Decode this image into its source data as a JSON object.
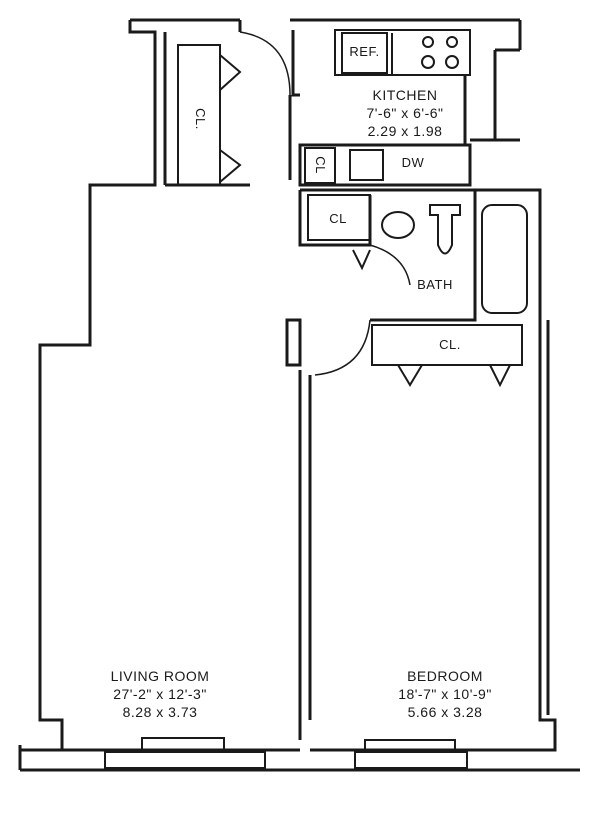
{
  "rooms": {
    "kitchen": {
      "name": "KITCHEN",
      "dim_imperial": "7'-6\" x 6'-6\"",
      "dim_metric": "2.29 x 1.98"
    },
    "living_room": {
      "name": "LIVING ROOM",
      "dim_imperial": "27'-2\" x 12'-3\"",
      "dim_metric": "8.28 x 3.73"
    },
    "bedroom": {
      "name": "BEDROOM",
      "dim_imperial": "18'-7\" x 10'-9\"",
      "dim_metric": "5.66 x 3.28"
    },
    "bath": {
      "name": "BATH"
    }
  },
  "fixtures": {
    "refrigerator": "REF.",
    "dishwasher": "DW",
    "closet": "CL.",
    "closet_small": "CL"
  }
}
